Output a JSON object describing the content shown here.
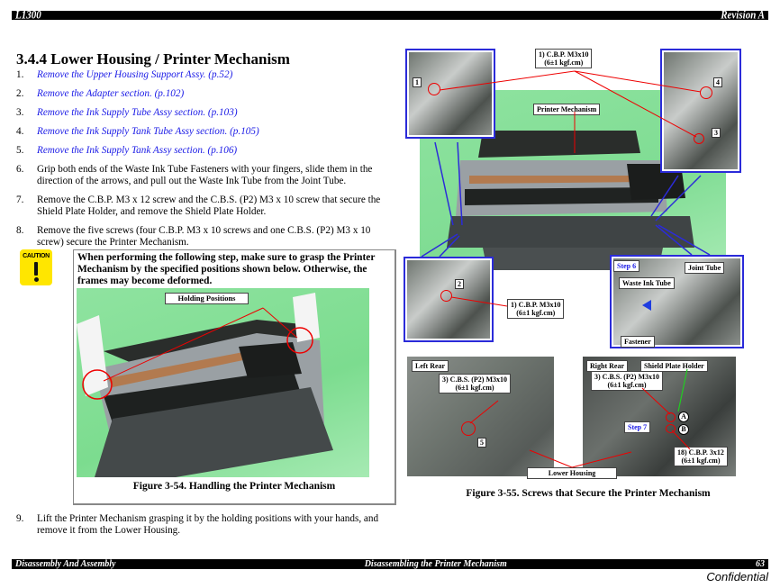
{
  "header": {
    "model": "L1300",
    "revision": "Revision A"
  },
  "section": {
    "title": "3.4.4  Lower Housing / Printer Mechanism"
  },
  "steps": [
    {
      "num": "1.",
      "text": "Remove the Upper Housing Support Assy. (p.52)",
      "link": true
    },
    {
      "num": "2.",
      "text": "Remove the Adapter section. (p.102)",
      "link": true
    },
    {
      "num": "3.",
      "text": "Remove the Ink Supply Tube Assy section. (p.103)",
      "link": true
    },
    {
      "num": "4.",
      "text": "Remove the Ink Supply Tank Tube Assy section. (p.105)",
      "link": true
    },
    {
      "num": "5.",
      "text": "Remove the Ink Supply Tank Assy section. (p.106)",
      "link": true
    },
    {
      "num": "6.",
      "text": "Grip both ends of the Waste Ink Tube Fasteners with your fingers, slide them in the direction of the arrows, and pull out the Waste Ink Tube from the Joint Tube.",
      "link": false
    },
    {
      "num": "7.",
      "text": "Remove the C.B.P. M3 x 12 screw and the C.B.S. (P2) M3 x 10 screw that secure the Shield Plate Holder, and remove the Shield Plate Holder.",
      "link": false
    },
    {
      "num": "8.",
      "text": "Remove the five screws (four C.B.P. M3 x 10 screws and one C.B.S. (P2) M3 x 10 screw) secure the Printer Mechanism.",
      "link": false
    },
    {
      "num": "9.",
      "text": "Lift the Printer Mechanism grasping it by the holding positions with your hands, and remove it from the Lower Housing.",
      "link": false
    }
  ],
  "caution": {
    "icon_label": "CAUTION",
    "text": "When performing the following step, make sure to grasp the Printer Mechanism by the specified positions shown below. Otherwise, the frames may become deformed."
  },
  "figure_54": {
    "caption": "Figure 3-54. Handling the Printer Mechanism",
    "label_holding": "Holding Positions"
  },
  "figure_55": {
    "caption": "Figure 3-55. Screws that Secure the Printer Mechanism",
    "labels": {
      "cbp_top_1": "1) C.B.P. M3x10",
      "cbp_top_2": "(6±1 kgf.cm)",
      "printer_mechanism": "Printer Mechanism",
      "cbp_left_1": "1) C.B.P. M3x10",
      "cbp_left_2": "(6±1 kgf.cm)",
      "step6": "Step 6",
      "joint_tube": "Joint Tube",
      "waste_ink_tube": "Waste Ink Tube",
      "fastener": "Fastener",
      "left_rear": "Left Rear",
      "cbs_left_1": "3) C.B.S. (P2) M3x10",
      "cbs_left_2": "(6±1 kgf.cm)",
      "right_rear": "Right Rear",
      "shield_plate_holder": "Shield Plate Holder",
      "cbs_right_1": "3) C.B.S. (P2) M3x10",
      "cbs_right_2": "(6±1 kgf.cm)",
      "step7": "Step 7",
      "cbp_3x12_1": "18) C.B.P. 3x12",
      "cbp_3x12_2": "(6±1 kgf.cm)",
      "lower_housing": "Lower Housing",
      "mark_a": "A",
      "mark_b": "B"
    },
    "numbers": [
      "1",
      "2",
      "3",
      "4",
      "5"
    ]
  },
  "footer": {
    "left": "Disassembly And Assembly",
    "center": "Disassembling the Printer Mechanism",
    "page": "63",
    "confidential": "Confidential"
  }
}
